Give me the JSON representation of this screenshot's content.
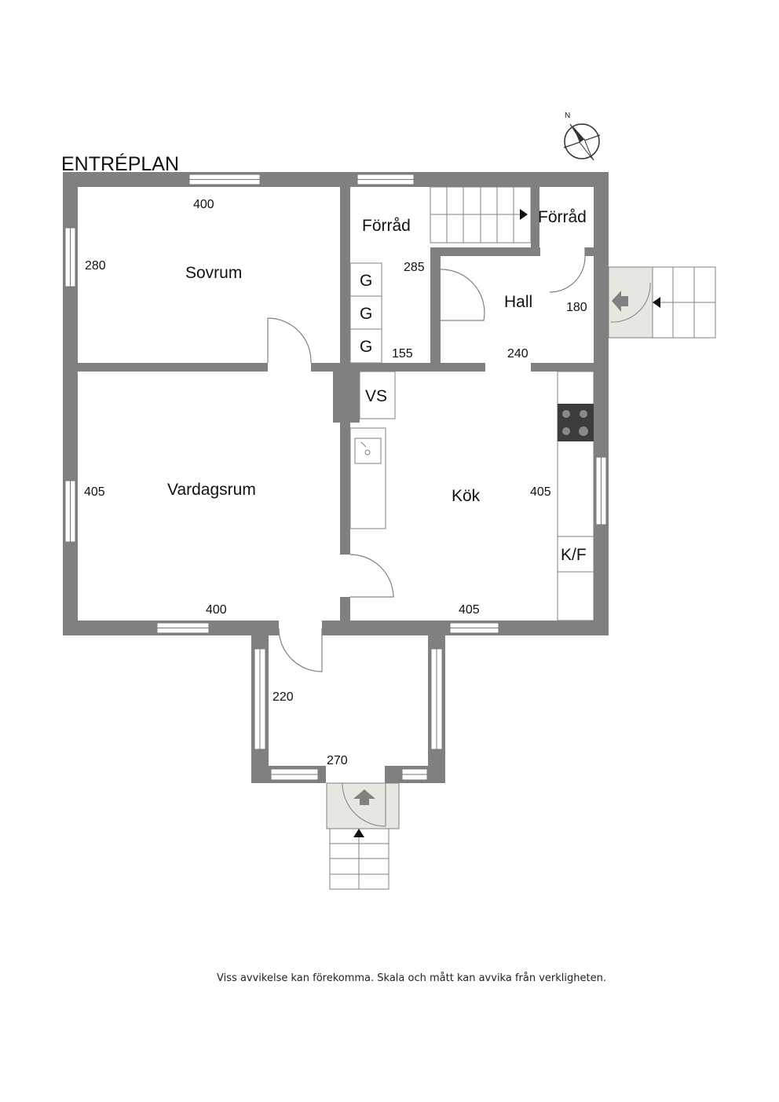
{
  "title": "ENTRÉPLAN",
  "compass": {
    "label": "N"
  },
  "rooms": {
    "sovrum": "Sovrum",
    "forrad_1": "Förråd",
    "forrad_2": "Förråd",
    "hall": "Hall",
    "vardagsrum": "Vardagsrum",
    "kok": "Kök",
    "vs": "VS",
    "kf": "K/F",
    "g1": "G",
    "g2": "G",
    "g3": "G"
  },
  "dimensions": {
    "sovrum_width": "400",
    "sovrum_depth": "280",
    "forrad_depth": "285",
    "forrad_width": "155",
    "hall_depth": "180",
    "hall_width": "240",
    "vardagsrum_depth": "405",
    "vardagsrum_width": "400",
    "kok_depth": "405",
    "kok_width": "405",
    "entre_depth": "220",
    "entre_width": "270"
  },
  "colors": {
    "wall": "#808080",
    "floor": "#ffffff",
    "landing": "#e8e6e1",
    "line": "#808080",
    "stove": "#3c3c3c"
  },
  "disclaimer": "Viss avvikelse kan förekomma. Skala och mått kan avvika från verkligheten."
}
